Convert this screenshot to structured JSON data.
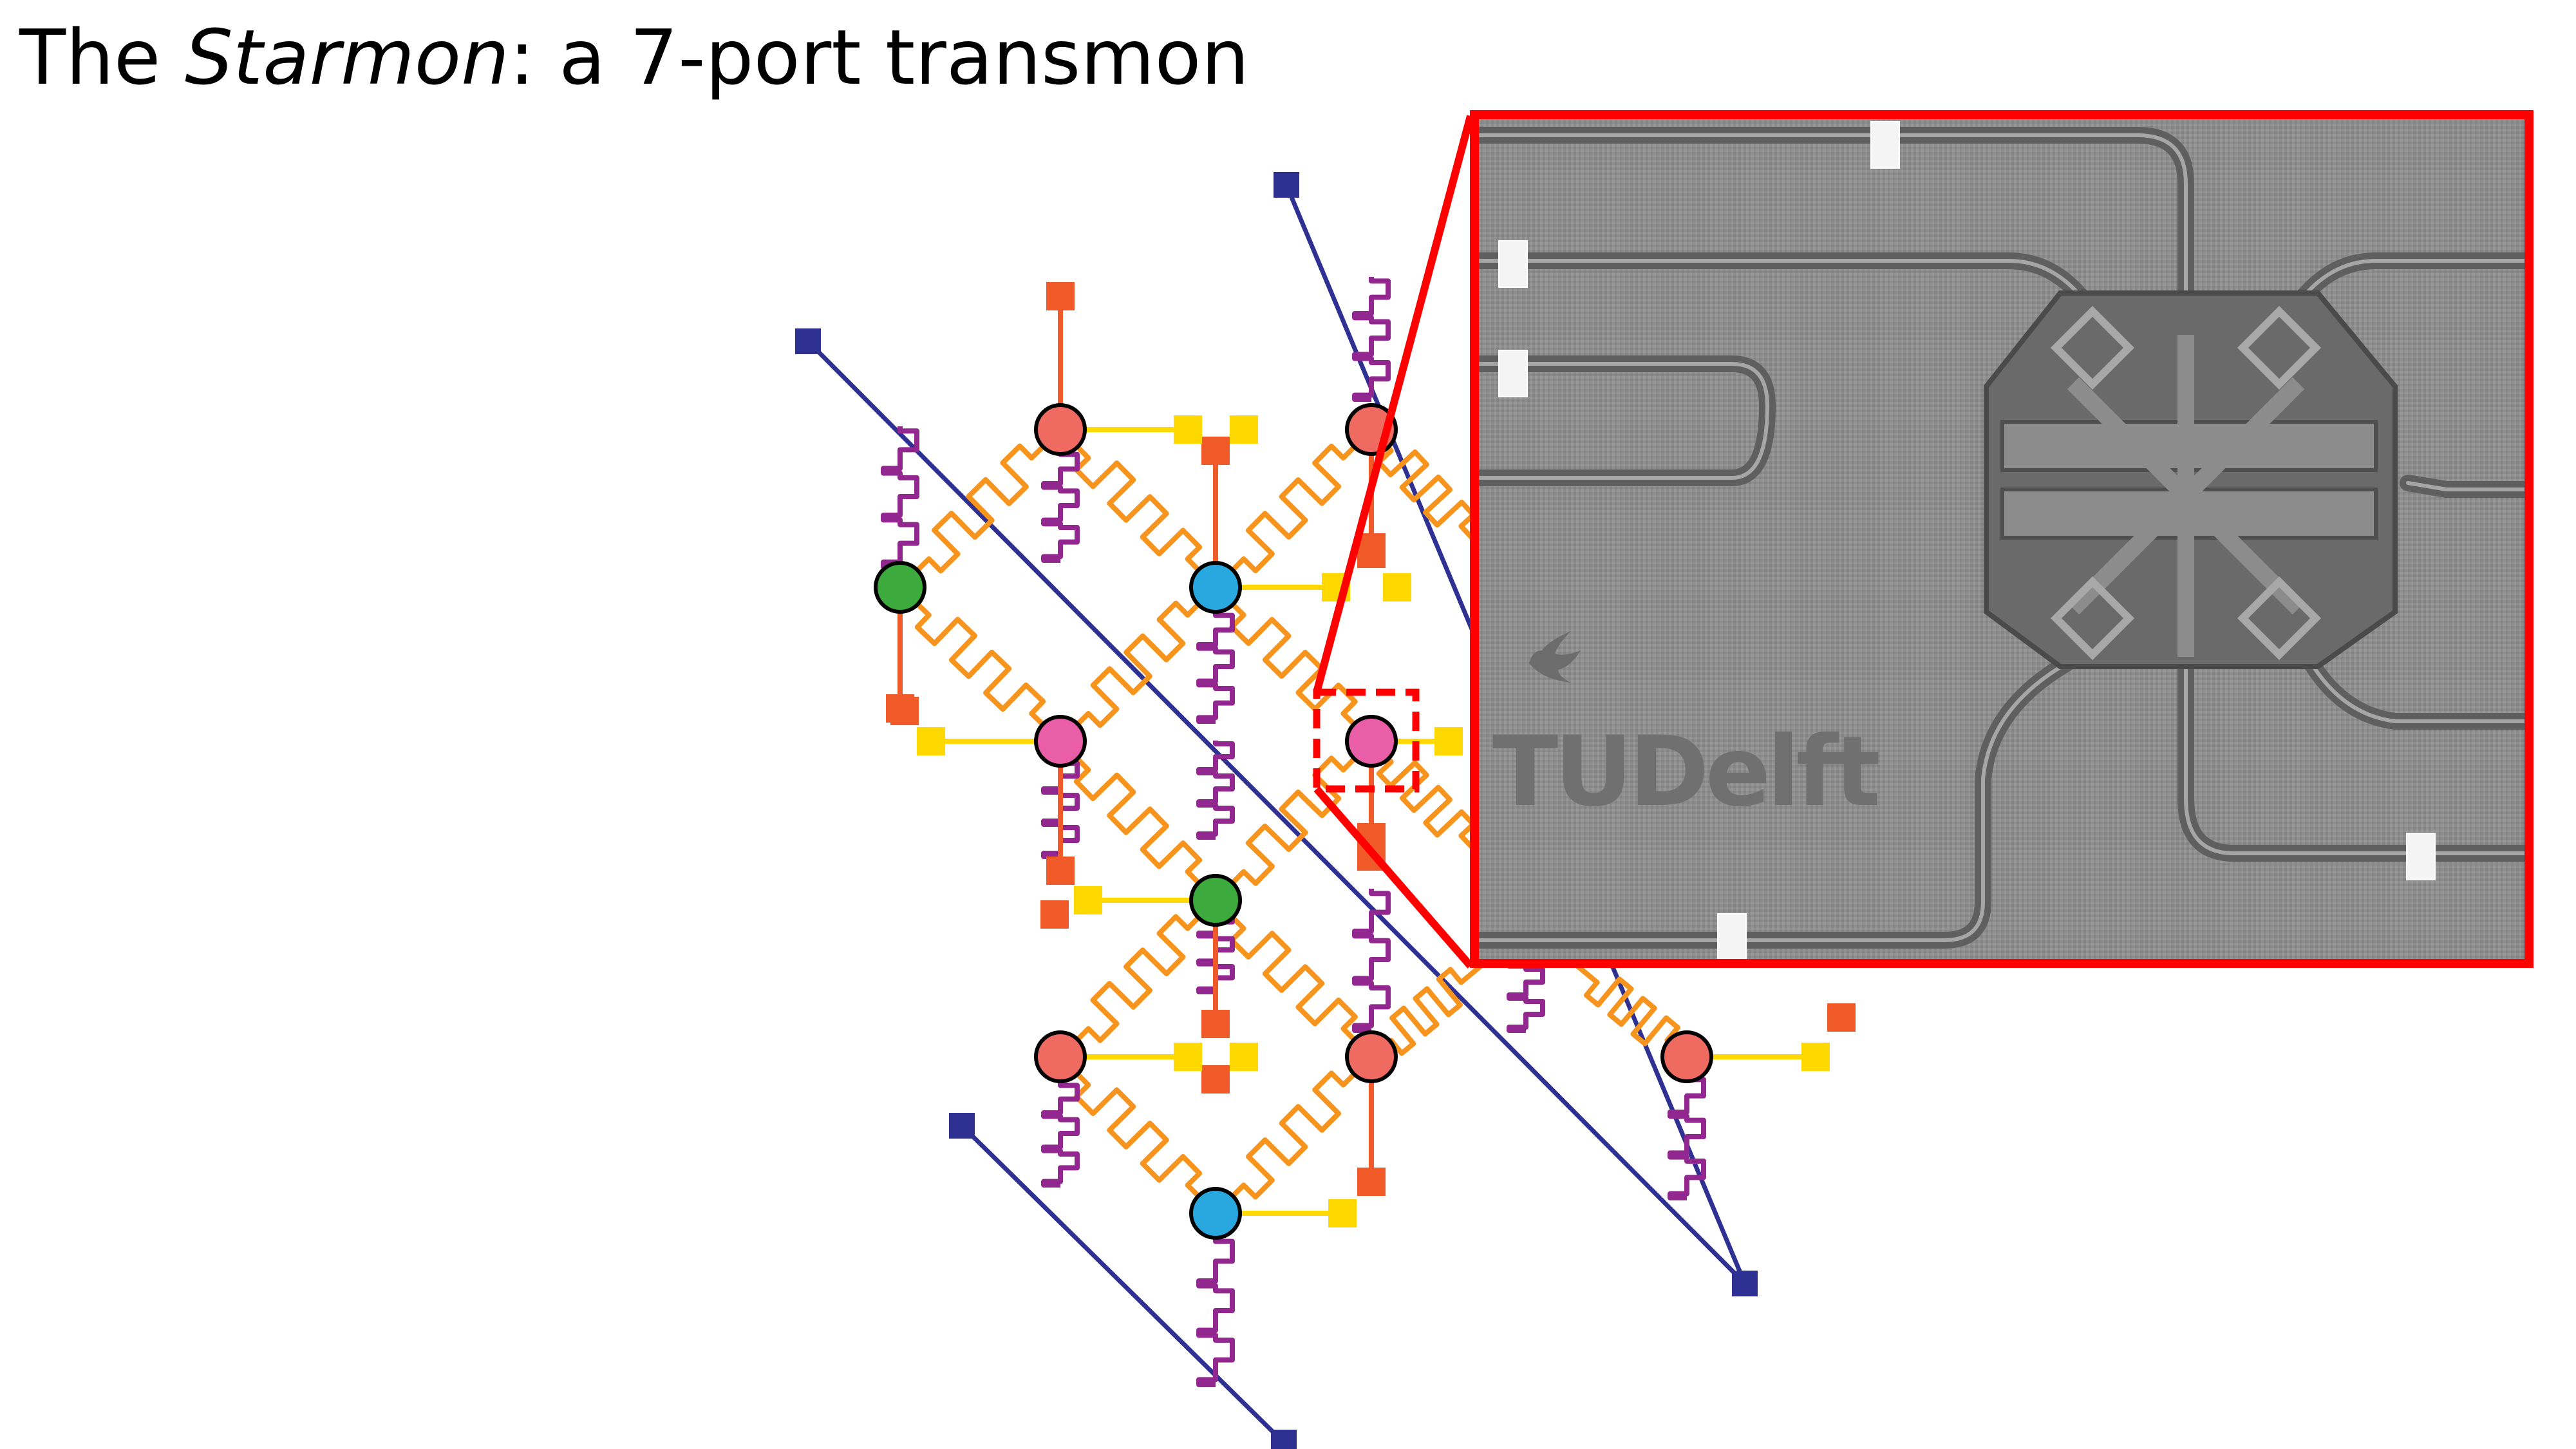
{
  "slide": {
    "title_prefix": "The ",
    "title_emphasis": "Starmon",
    "title_suffix": ": a 7-port transmon"
  },
  "inset": {
    "logo_text": "TUDelft"
  },
  "colors": {
    "qubit_red": "#ef6a61",
    "qubit_blue": "#29a8e0",
    "qubit_green": "#3caa3c",
    "qubit_pink": "#ea5ea8",
    "flux_line": "#f05a28",
    "drive_line": "#ffd800",
    "bus_resonator": "#f7941d",
    "readout_resonator": "#92278f",
    "feedline": "#2e3192",
    "highlight": "#ff0000",
    "sem_background": "#8c8c8c"
  },
  "qubits": [
    {
      "id": "q1",
      "color": "qubit_red"
    },
    {
      "id": "q2",
      "color": "qubit_red"
    },
    {
      "id": "q3",
      "color": "qubit_green"
    },
    {
      "id": "q4",
      "color": "qubit_blue"
    },
    {
      "id": "q5",
      "color": "qubit_pink"
    },
    {
      "id": "q6",
      "color": "qubit_pink"
    },
    {
      "id": "q7",
      "color": "qubit_green"
    },
    {
      "id": "q8",
      "color": "qubit_red"
    },
    {
      "id": "q9",
      "color": "qubit_red"
    },
    {
      "id": "q10",
      "color": "qubit_red"
    },
    {
      "id": "q11",
      "color": "qubit_blue"
    }
  ]
}
